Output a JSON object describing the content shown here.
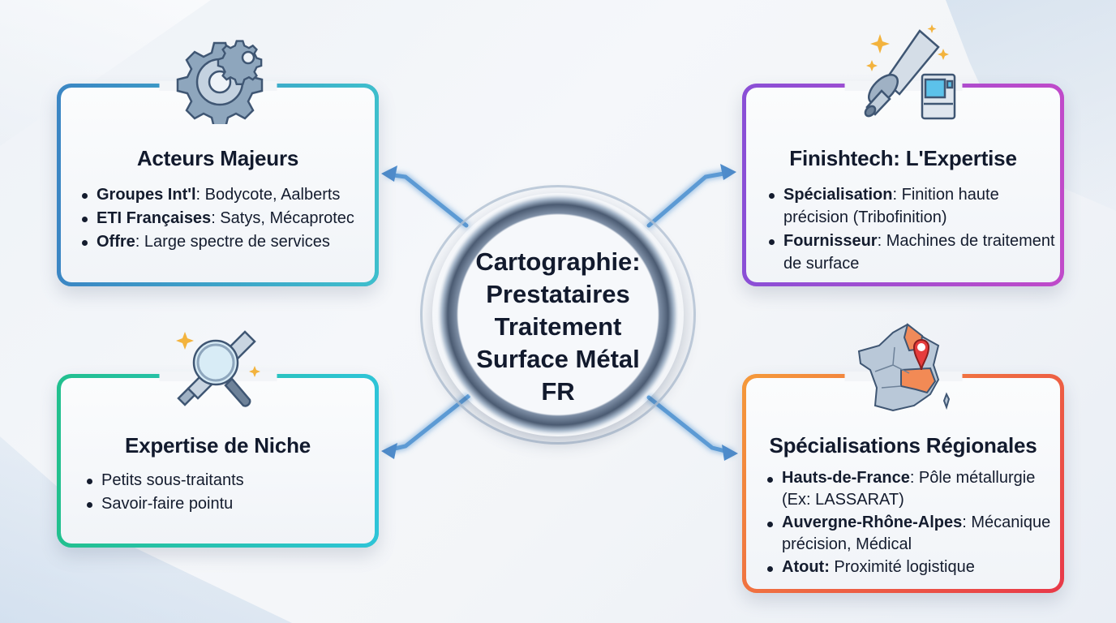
{
  "hub": {
    "title_lines": [
      "Cartographie:",
      "Prestataires",
      "Traitement",
      "Surface Métal",
      "FR"
    ]
  },
  "cards": {
    "acteurs": {
      "title": "Acteurs Majeurs",
      "icon": "gears-icon",
      "border_color": [
        "#3b86c4",
        "#3ebfcc"
      ],
      "items": [
        {
          "label": "Groupes Int'l",
          "sep": ":",
          "text": " Bodycote, Aalberts"
        },
        {
          "label": "ETI Françaises",
          "sep": ":",
          "text": " Satys, Mécaprotec"
        },
        {
          "label": "Offre",
          "sep": ":",
          "text": " Large spectre de services"
        }
      ]
    },
    "finishtech": {
      "title": "Finishtech: L'Expertise",
      "icon": "machined-part-and-cnc-machine-icon",
      "border_color": [
        "#8a4fd6",
        "#c04ac9"
      ],
      "items": [
        {
          "label": "Spécialisation",
          "sep": ":",
          "text": " Finition haute précision (Tribofinition)"
        },
        {
          "label": "Fournisseur",
          "sep": ":",
          "text": " Machines de traitement de surface"
        }
      ]
    },
    "niche": {
      "title": "Expertise de Niche",
      "icon": "magnifying-glass-icon",
      "border_color": [
        "#22c08e",
        "#2ec4d8"
      ],
      "items": [
        {
          "text": "Petits sous-traitants"
        },
        {
          "text": "Savoir-faire pointu"
        }
      ]
    },
    "regional": {
      "title": "Spécialisations Régionales",
      "icon": "france-map-pin-icon",
      "border_color": [
        "#f59a3a",
        "#e8384a"
      ],
      "items": [
        {
          "label": "Hauts-de-France",
          "sep": ":",
          "text": " Pôle métallurgie (Ex: LASSARAT)"
        },
        {
          "label": "Auvergne-Rhône-Alpes",
          "sep": ":",
          "text": " Mécanique précision, Médical"
        },
        {
          "label": "Atout:",
          "sep": "",
          "text": " Proximité logistique"
        }
      ]
    }
  },
  "connectors": {
    "color": "#4f8fcf",
    "glow": "#8fe3ff"
  }
}
